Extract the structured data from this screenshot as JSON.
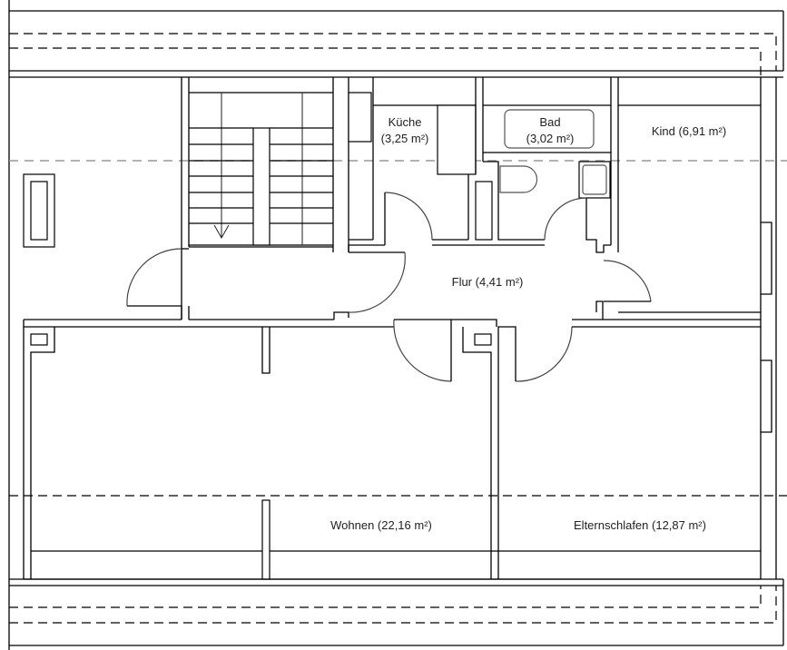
{
  "plan": {
    "type": "floor-plan",
    "area_unit": "m²",
    "rooms": [
      {
        "id": "kueche",
        "name": "Küche",
        "area": "3,25",
        "label_line1": "Küche",
        "label_line2": "(3,25 m²)"
      },
      {
        "id": "bad",
        "name": "Bad",
        "area": "3,02",
        "label_line1": "Bad",
        "label_line2": "(3,02 m²)"
      },
      {
        "id": "kind",
        "name": "Kind",
        "area": "6,91",
        "label": "Kind (6,91 m²)"
      },
      {
        "id": "flur",
        "name": "Flur",
        "area": "4,41",
        "label": "Flur (4,41 m²)"
      },
      {
        "id": "wohnen",
        "name": "Wohnen",
        "area": "22,16",
        "label": "Wohnen (22,16 m²)"
      },
      {
        "id": "elternschlafen",
        "name": "Elternschlafen",
        "area": "12,87",
        "label": "Elternschlafen (12,87 m²)"
      }
    ]
  }
}
